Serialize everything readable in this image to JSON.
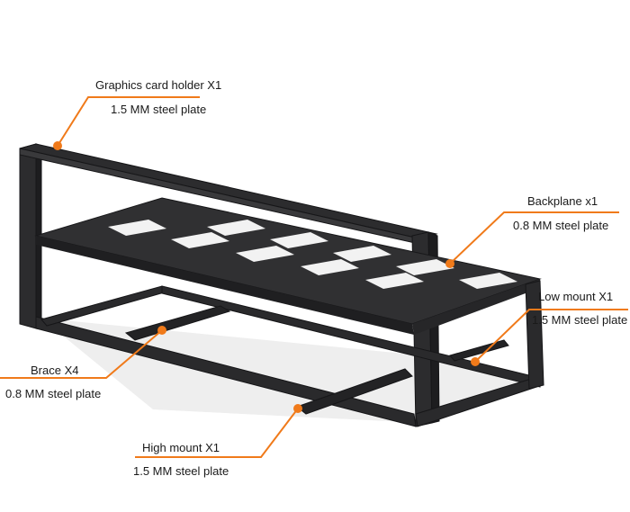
{
  "colors": {
    "background": "#ffffff",
    "frame": "#2b2b2d",
    "frame_edge": "#1a1a1c",
    "callout": "#f07a1a",
    "floor_shadow": "#e6e6e6",
    "text": "#1a1a1a"
  },
  "callouts": {
    "graphics_card_holder": {
      "title": "Graphics card holder X1",
      "material": "1.5 MM steel plate"
    },
    "backplane": {
      "title": "Backplane x1",
      "material": "0.8 MM steel plate"
    },
    "low_mount": {
      "title": "Low mount X1",
      "material": "1.5 MM steel plate"
    },
    "brace": {
      "title": "Brace X4",
      "material": "0.8 MM steel plate"
    },
    "high_mount": {
      "title": "High mount X1",
      "material": "1.5 MM steel plate"
    }
  }
}
